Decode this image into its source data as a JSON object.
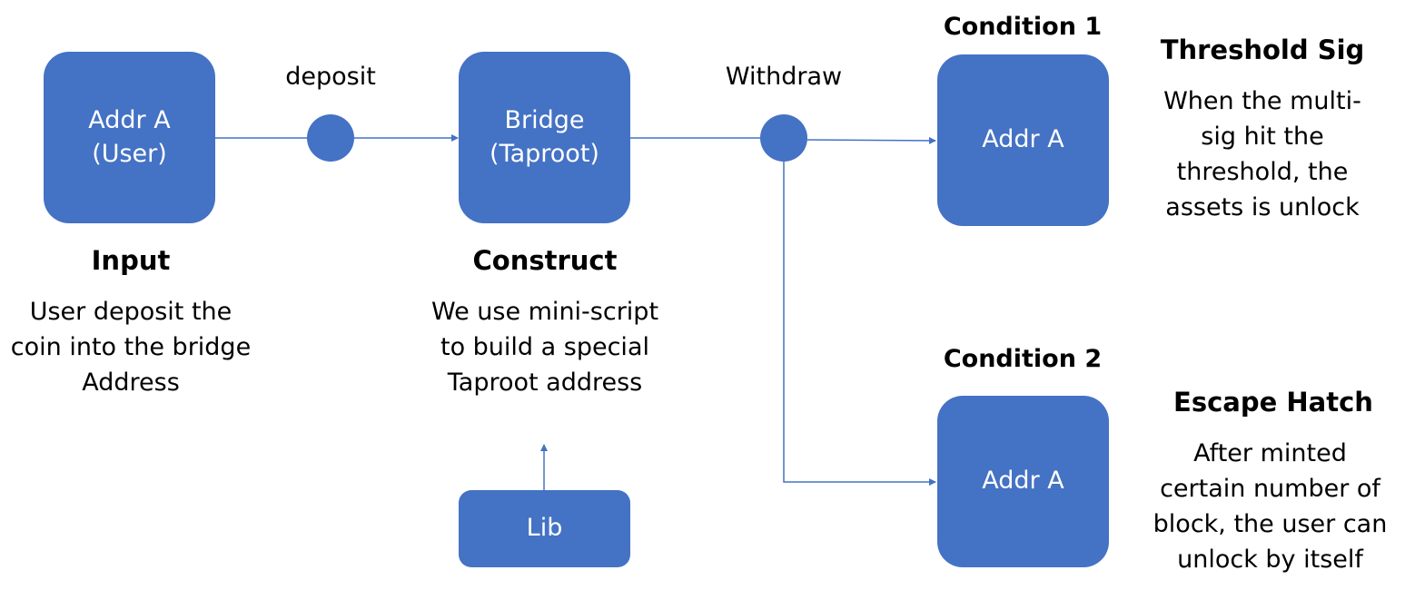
{
  "colors": {
    "node_fill": "#4472C4",
    "wire": "#4472C4",
    "node_text": "#FFFFFF",
    "text": "#000000"
  },
  "nodes": {
    "user": {
      "lines": [
        "Addr A",
        "(User)"
      ]
    },
    "bridge": {
      "lines": [
        "Bridge",
        "(Taproot)"
      ]
    },
    "cond1": {
      "lines": [
        "Addr A"
      ]
    },
    "cond2": {
      "lines": [
        "Addr A"
      ]
    },
    "lib": {
      "lines": [
        "Lib"
      ]
    }
  },
  "edge_labels": {
    "deposit": "deposit",
    "withdraw": "Withdraw"
  },
  "sections": {
    "input": {
      "heading": "Input",
      "lines": [
        "User deposit the",
        "coin into the bridge",
        "Address"
      ]
    },
    "construct": {
      "heading": "Construct",
      "lines": [
        "We use mini-script",
        "to build a special",
        "Taproot address"
      ]
    },
    "condition1": {
      "heading": "Condition 1"
    },
    "condition2": {
      "heading": "Condition 2"
    },
    "threshold": {
      "heading": "Threshold Sig",
      "lines": [
        "When the multi-",
        "sig hit the",
        "threshold, the",
        "assets is unlock"
      ]
    },
    "escape": {
      "heading": "Escape Hatch",
      "lines": [
        "After minted",
        "certain number of",
        "block, the user can",
        "unlock by itself"
      ]
    }
  }
}
